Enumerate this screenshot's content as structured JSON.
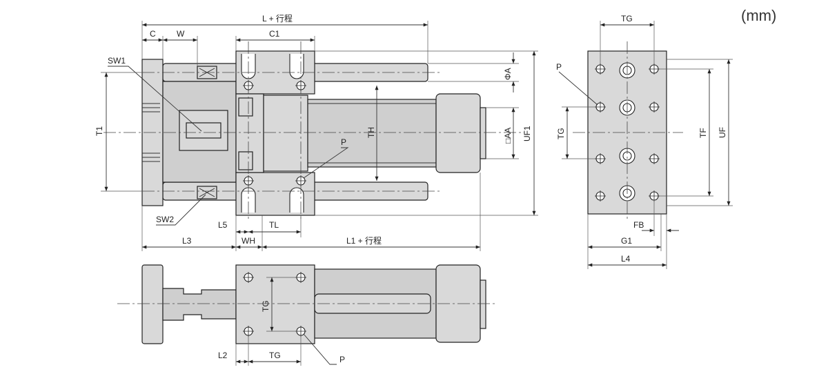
{
  "unit": "(mm)",
  "labels": {
    "L_stroke": "L + 行程",
    "C": "C",
    "W": "W",
    "C1": "C1",
    "SW1": "SW1",
    "SW2": "SW2",
    "T1": "T1",
    "TH": "TH",
    "P_front": "P",
    "phiA": "ΦA",
    "AA": "□AA",
    "UF1": "UF1",
    "L5": "L5",
    "TL": "TL",
    "L3": "L3",
    "WH": "WH",
    "L1_stroke": "L1 + 行程",
    "TG_bottom_v": "TG",
    "L2": "L2",
    "TG_bottom_h": "TG",
    "P_bottom": "P",
    "TG_side_top": "TG",
    "P_side": "P",
    "TG_side_left": "TG",
    "TF": "TF",
    "UF": "UF",
    "FB": "FB",
    "G1": "G1",
    "L4": "L4"
  }
}
